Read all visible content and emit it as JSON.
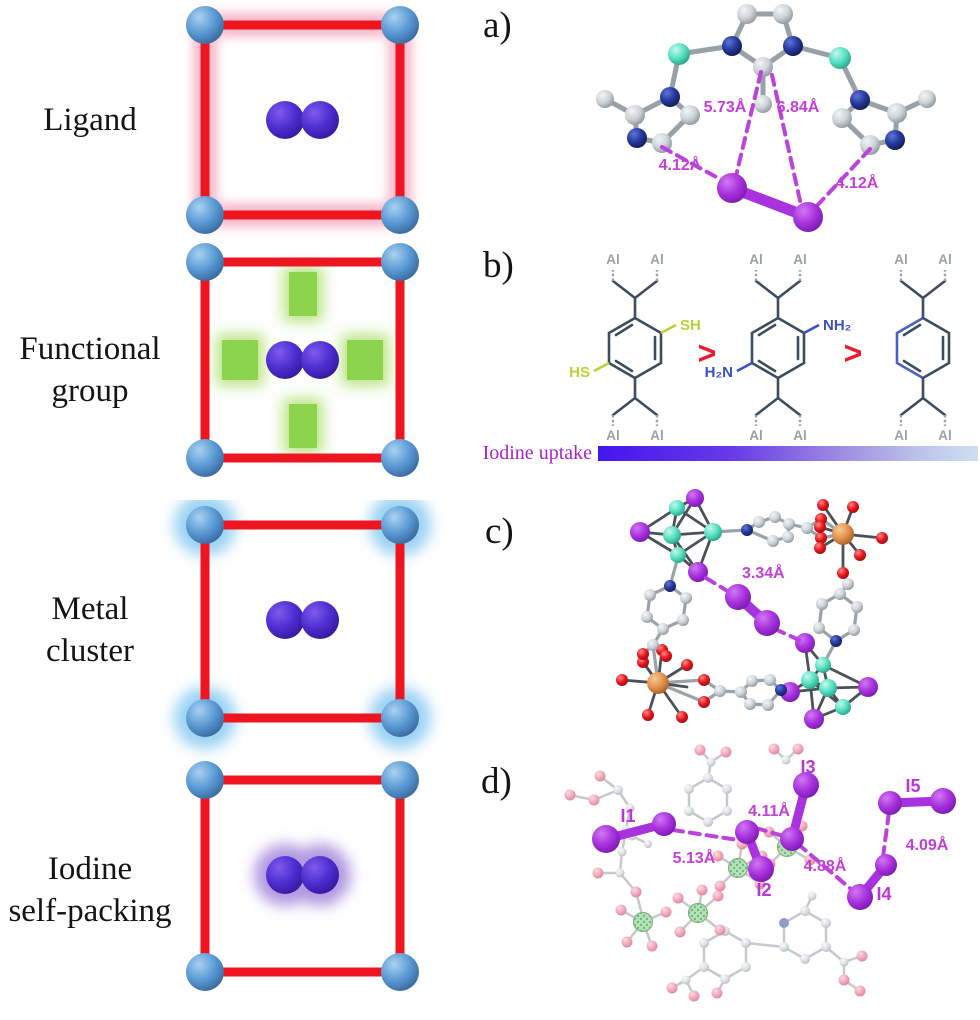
{
  "left_column": {
    "rows": [
      {
        "id": "ligand",
        "label_lines": [
          "Ligand"
        ]
      },
      {
        "id": "functional-group",
        "label_lines": [
          "Functional",
          "group"
        ]
      },
      {
        "id": "metal-cluster",
        "label_lines": [
          "Metal",
          "cluster"
        ]
      },
      {
        "id": "iodine-self-packing",
        "label_lines": [
          "Iodine",
          "self-packing"
        ]
      }
    ]
  },
  "panels": {
    "a": {
      "tag": "a)",
      "distance_center_left": "5.73Å",
      "distance_center_right": "6.84Å",
      "distance_left": "4.12Å",
      "distance_right": "4.12Å"
    },
    "b": {
      "tag": "b)",
      "al": "Al",
      "thiol_top": "SH",
      "thiol_bottom": "HS",
      "amine_top": "NH₂",
      "amine_bottom": "H₂N",
      "greater_1": ">",
      "greater_2": ">",
      "uptake_label": "Iodine uptake"
    },
    "c": {
      "tag": "c)",
      "distance": "3.34Å"
    },
    "d": {
      "tag": "d)",
      "i1": "I1",
      "i2": "I2",
      "i3": "I3",
      "i4": "I4",
      "i5": "I5",
      "distance_i1_i2": "5.13Å",
      "distance_i2_i3": "4.11Å",
      "distance_i3_i4": "4.88Å",
      "distance_i4_i5": "4.09Å"
    }
  },
  "colors": {
    "node_blue": "#5b9bd5",
    "linker_red": "#ee1520",
    "iodine_blue_purple": "#4f2ed2",
    "iodine_magenta": "#a832dd",
    "functional_green": "#8cd44c",
    "distance_label_magenta": "#c33fd6",
    "uptake_text_magenta": "#a823cc",
    "uptake_gradient_start": "#4416ee",
    "uptake_gradient_end": "#cfe0f2",
    "thiol_yellow_green": "#b5d433",
    "amine_blue": "#3a50c8",
    "al_gray": "#9aa2a8",
    "greater_than_red": "#ee1a2e",
    "teal_metal": "#55e0c2",
    "orange_metal": "#e2914f",
    "oxygen_red": "#e8161d",
    "oxygen_pink": "#f2a6b8",
    "nitrogen_navy": "#24389b",
    "green_hatched_metal": "#a9d89b"
  }
}
